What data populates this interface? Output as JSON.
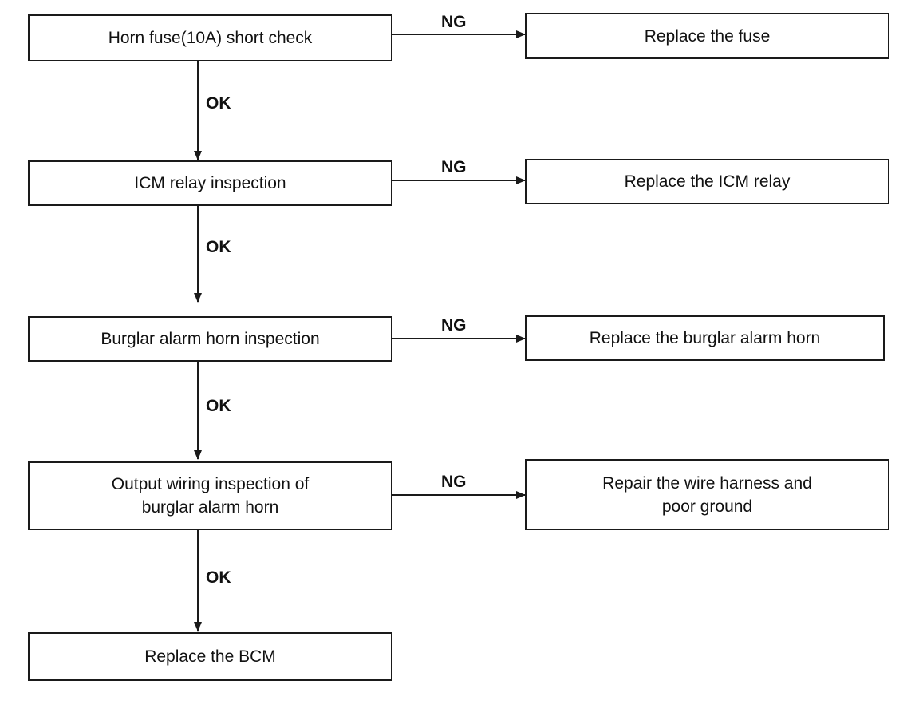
{
  "steps": [
    {
      "text": [
        "Horn fuse(10A) short check"
      ]
    },
    {
      "text": [
        "ICM relay inspection"
      ]
    },
    {
      "text": [
        "Burglar alarm horn inspection"
      ]
    },
    {
      "text": [
        "Output wiring inspection of",
        "burglar alarm horn"
      ]
    },
    {
      "text": [
        "Replace the BCM"
      ]
    }
  ],
  "actions": [
    {
      "text": [
        "Replace the fuse"
      ]
    },
    {
      "text": [
        "Replace the ICM relay"
      ]
    },
    {
      "text": [
        "Replace the burglar alarm horn"
      ]
    },
    {
      "text": [
        "Repair the wire harness and",
        "poor ground"
      ]
    }
  ],
  "labels": {
    "ok": "OK",
    "ng": "NG"
  },
  "colors": {
    "line": "#1a1a1a",
    "border": "#1a1a1a",
    "background": "#ffffff"
  }
}
